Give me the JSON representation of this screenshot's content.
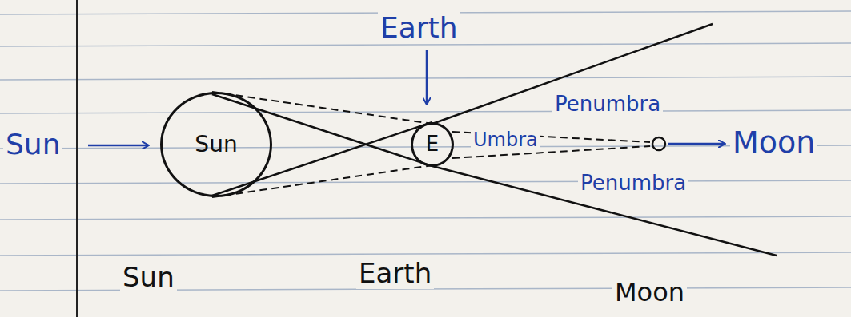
{
  "diagram": {
    "nodes": [
      {
        "text": [
          "Sun"
        ]
      },
      {
        "text": [
          "E"
        ]
      }
    ],
    "labels": [
      "Sun",
      "Earth",
      "Penumbra",
      "Umbra",
      "Moon",
      "Penumbra",
      "Sun",
      "Earth",
      "Moon"
    ]
  }
}
